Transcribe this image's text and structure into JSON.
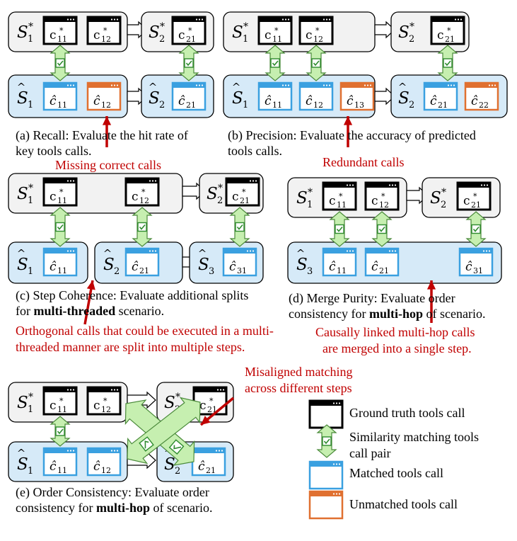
{
  "panels": {
    "a": {
      "caption_line1": "(a) Recall: Evaluate the hit rate of",
      "caption_line2": "key tools calls.",
      "note": "Missing correct calls"
    },
    "b": {
      "caption_line1": "(b) Precision: Evaluate the accuracy of predicted",
      "caption_line2": "tools calls.",
      "note": "Redundant calls"
    },
    "c": {
      "caption_line1": "(c) Step Coherence: Evaluate additional splits",
      "caption_prefix": "for ",
      "caption_bold": "multi-threaded",
      "caption_suffix": " scenario.",
      "note_line1": "Orthogonal calls that could be executed in a multi-",
      "note_line2": "threaded manner are split into multiple steps."
    },
    "d": {
      "caption_line1": "(d) Merge Purity: Evaluate order",
      "caption_prefix": "consistency for ",
      "caption_bold": "multi-hop",
      "caption_suffix": " of scenario.",
      "note_line1": "Causally linked  multi-hop calls",
      "note_line2": "are merged into a single step."
    },
    "e": {
      "caption_line1": "(e) Order Consistency: Evaluate order",
      "caption_prefix": "consistency for ",
      "caption_bold": "multi-hop",
      "caption_suffix": " of scenario.",
      "note_line1": "Misaligned matching",
      "note_line2": "across different steps"
    }
  },
  "legend": {
    "ground_truth": "Ground truth tools call",
    "similarity_line1": "Similarity matching tools",
    "similarity_line2": "call pair",
    "matched": "Matched tools call",
    "unmatched": "Unmatched tools call"
  },
  "labels": {
    "step_symbol": "S",
    "call_gt": "c",
    "call_pred": "ĉ",
    "idx_1": "1",
    "idx_2": "2",
    "idx_3": "3",
    "idx_11": "11",
    "idx_12": "12",
    "idx_13": "13",
    "idx_21": "21",
    "idx_22": "22",
    "idx_31": "31"
  },
  "colors": {
    "gt_border": "#000000",
    "gt_step_fill": "#f2f2f2",
    "pred_step_fill": "#d6eaf8",
    "matched_border": "#3aa0e0",
    "unmatched_border": "#e07030",
    "match_arrow_fill": "#c6efb0",
    "match_arrow_stroke": "#4a8a3a",
    "note_red": "#c00000",
    "arrow_red": "#c00000"
  }
}
